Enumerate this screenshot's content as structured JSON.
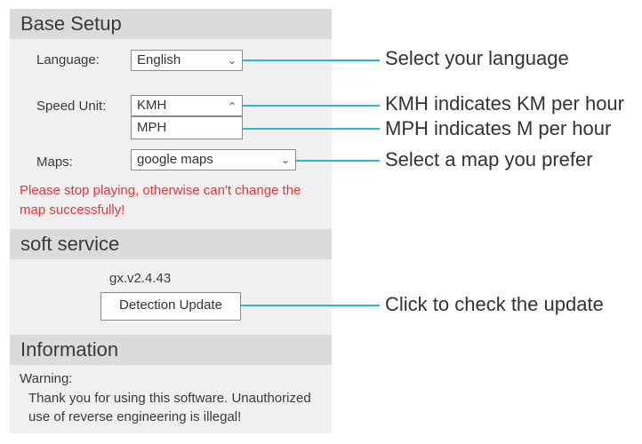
{
  "base_setup": {
    "title": "Base Setup",
    "language_label": "Language:",
    "language_value": "English",
    "speed_unit_label": "Speed Unit:",
    "speed_unit_value": "KMH",
    "speed_unit_options": [
      "MPH"
    ],
    "maps_label": "Maps:",
    "maps_value": "google maps",
    "warning_line1": "Please stop playing, otherwise can't change the",
    "warning_line2": "map successfully!"
  },
  "soft_service": {
    "title": "soft service",
    "version": "gx.v2.4.43",
    "update_button": "Detection Update"
  },
  "information": {
    "title": "Information",
    "warning_label": "Warning:",
    "text_line1": "Thank you for using this software. Unauthorized",
    "text_line2": "use of reverse engineering is illegal!"
  },
  "callouts": {
    "language": "Select your language",
    "kmh": "KMH indicates KM per hour",
    "mph": "MPH indicates M per hour",
    "map": "Select a map you prefer",
    "update": "Click to check the update"
  },
  "colors": {
    "accent_line": "#29b6d8",
    "warning_text": "#e5383e",
    "header_bg": "#dcdbdb",
    "panel_bg": "#f1f0f0"
  }
}
